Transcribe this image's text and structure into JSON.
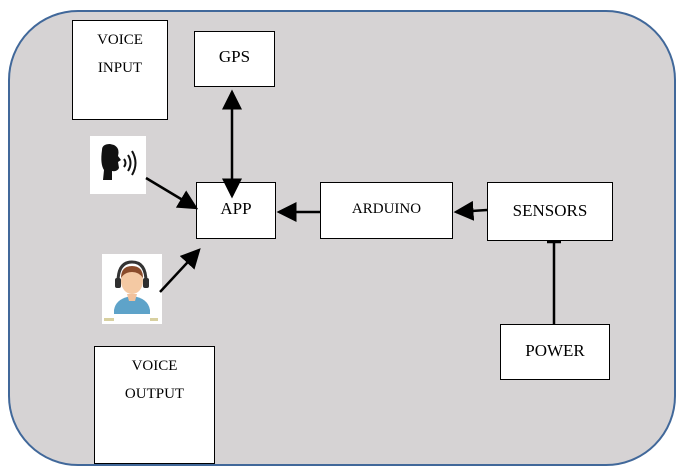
{
  "diagram": {
    "nodes": {
      "gps": "GPS",
      "voice_input": [
        "VOICE",
        "INPUT"
      ],
      "app": "APP",
      "arduino": "ARDUINO",
      "sensors": "SENSORS",
      "power": "POWER",
      "voice_output": [
        "VOICE",
        "OUTPUT"
      ]
    },
    "icons": [
      "speaking-head-icon",
      "person-headphones-icon"
    ],
    "edges": [
      {
        "from": "App",
        "to": "Gps",
        "style": "bidirectional-arrow"
      },
      {
        "from": "Speaking head",
        "to": "App",
        "style": "arrow"
      },
      {
        "from": "Person with headphones",
        "to": "App",
        "style": "arrow"
      },
      {
        "from": "Arduino",
        "to": "App",
        "style": "arrow"
      },
      {
        "from": "Sensors",
        "to": "Arduino",
        "style": "arrow"
      },
      {
        "from": "Power",
        "to": "Sensors",
        "style": "line"
      }
    ],
    "colors": {
      "panel_fill": "#d6d3d4",
      "panel_border": "#41689a",
      "box_fill": "#ffffff",
      "line": "#000000"
    }
  }
}
